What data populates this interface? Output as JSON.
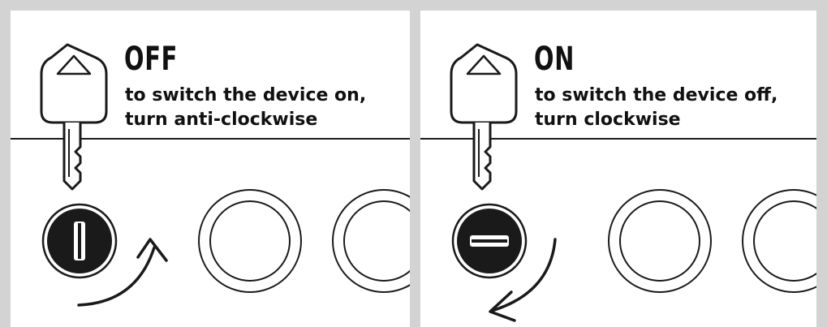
{
  "panels": [
    {
      "state_label": "OFF",
      "instruction_line1": "to switch the device on,",
      "instruction_line2": "turn anti-clockwise",
      "rotation_direction": "anti-clockwise",
      "keyhole_orientation": "vertical"
    },
    {
      "state_label": "ON",
      "instruction_line1": "to switch the device off,",
      "instruction_line2": "turn clockwise",
      "rotation_direction": "clockwise",
      "keyhole_orientation": "horizontal"
    }
  ],
  "icons": [
    "key-icon",
    "keyhole-icon",
    "rotation-arrow-icon",
    "button-ring-icon"
  ],
  "colors": {
    "frame": "#d3d3d3",
    "ink": "#1a1a1a",
    "background": "#ffffff"
  }
}
